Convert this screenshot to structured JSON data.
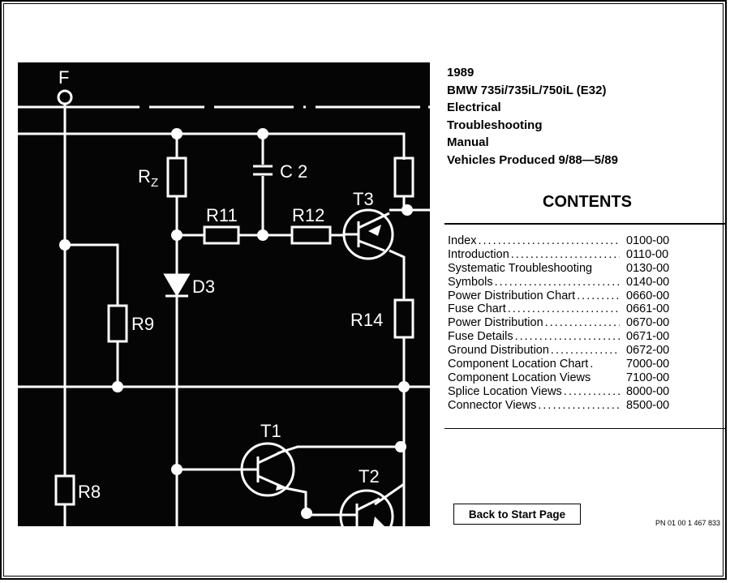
{
  "title_block": {
    "year": "1989",
    "model": "BMW 735i/735iL/750iL (E32)",
    "line1": "Electrical",
    "line2": "Troubleshooting",
    "line3": "Manual",
    "production": "Vehicles Produced 9/88—5/89"
  },
  "contents": {
    "heading": "CONTENTS",
    "items": [
      {
        "title": "Index",
        "number": "0100-00"
      },
      {
        "title": "Introduction",
        "number": "0110-00"
      },
      {
        "title": "Systematic Troubleshooting",
        "number": "0130-00"
      },
      {
        "title": "Symbols",
        "number": "0140-00"
      },
      {
        "title": "Power Distribution Chart",
        "number": "0660-00"
      },
      {
        "title": "Fuse Chart",
        "number": "0661-00"
      },
      {
        "title": "Power Distribution",
        "number": "0670-00"
      },
      {
        "title": "Fuse Details",
        "number": "0671-00"
      },
      {
        "title": "Ground Distribution",
        "number": "0672-00"
      },
      {
        "title": "Component Location Chart",
        "number": "7000-00"
      },
      {
        "title": "Component Location Views",
        "number": "7100-00"
      },
      {
        "title": "Splice Location Views",
        "number": "8000-00"
      },
      {
        "title": "Connector Views",
        "number": "8500-00"
      }
    ]
  },
  "back_button": {
    "label": "Back to Start Page"
  },
  "part_number": "PN 01 00 1 467 833",
  "schematic": {
    "labels": {
      "F": "F",
      "RZ": "R",
      "RZsub": "Z",
      "C2": "C 2",
      "R11": "R11",
      "R12": "R12",
      "T3": "T3",
      "D3": "D3",
      "R9": "R9",
      "R14": "R14",
      "T1": "T1",
      "T2": "T2",
      "R8": "R8"
    },
    "colors": {
      "background": "#050505",
      "lines": "#ffffff"
    }
  }
}
